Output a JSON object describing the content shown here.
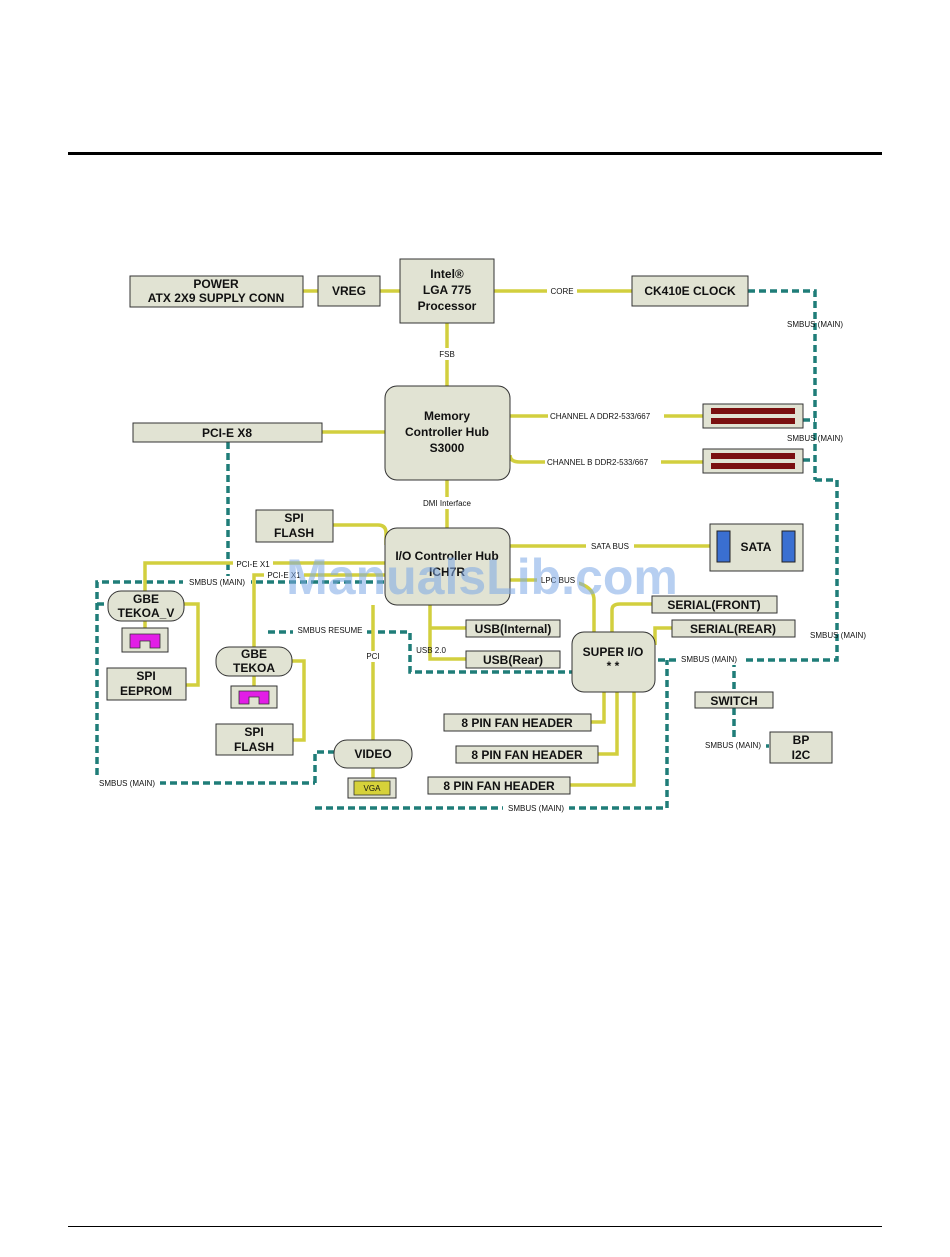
{
  "blocks": {
    "power": [
      "POWER",
      "ATX 2X9 SUPPLY CONN"
    ],
    "vreg": [
      "VREG"
    ],
    "cpu": [
      "Intel®",
      "LGA 775",
      "Processor"
    ],
    "clock": [
      "CK410E CLOCK"
    ],
    "mch": [
      "Memory",
      "Controller Hub",
      "S3000"
    ],
    "pcie_x8": [
      "PCI-E X8"
    ],
    "spi_flash_top": [
      "SPI",
      "FLASH"
    ],
    "ich": [
      "I/O Controller Hub",
      "ICH7R"
    ],
    "sata": [
      "SATA"
    ],
    "gbe_tekoa_v": [
      "GBE",
      "TEKOA_V"
    ],
    "spi_eeprom": [
      "SPI",
      "EEPROM"
    ],
    "gbe_tekoa": [
      "GBE",
      "TEKOA"
    ],
    "spi_flash_bottom": [
      "SPI",
      "FLASH"
    ],
    "usb_internal": [
      "USB(Internal)"
    ],
    "usb_rear": [
      "USB(Rear)"
    ],
    "super_io": [
      "SUPER I/O",
      "* *"
    ],
    "serial_front": [
      "SERIAL(FRONT)"
    ],
    "serial_rear": [
      "SERIAL(REAR)"
    ],
    "switch": [
      "SWITCH"
    ],
    "bp_i2c": [
      "BP",
      "I2C"
    ],
    "fan1": [
      "8 PIN FAN HEADER"
    ],
    "fan2": [
      "8 PIN FAN HEADER"
    ],
    "fan3": [
      "8 PIN FAN HEADER"
    ],
    "video": [
      "VIDEO"
    ],
    "vga": [
      "VGA"
    ]
  },
  "labels": {
    "core": "CORE",
    "fsb": "FSB",
    "smbus_main_1": "SMBUS (MAIN)",
    "channel_a": "CHANNEL A DDR2-533/667",
    "channel_b": "CHANNEL B DDR2-533/667",
    "smbus_main_2": "SMBUS (MAIN)",
    "dmi": "DMI Interface",
    "sata_bus": "SATA BUS",
    "lpc_bus": "LPC BUS",
    "pcie_x1_a": "PCI-E X1",
    "pcie_x1_b": "PCI-E X1",
    "smbus_main_3": "SMBUS (MAIN)",
    "smbus_resume": "SMBUS RESUME",
    "pci": "PCI",
    "usb20": "USB 2.0",
    "smbus_main_4": "SMBUS (MAIN)",
    "smbus_main_5": "SMBUS (MAIN)",
    "smbus_main_6": "SMBUS (MAIN)",
    "smbus_main_7": "SMBUS (MAIN)",
    "smbus_main_8": "SMBUS (MAIN)"
  },
  "watermark": "ManualsLib.com",
  "colors": {
    "bus": "#d2cf3e",
    "smbus": "#1f7d78",
    "box_fill": "#e1e3d3",
    "dimm": "#7a1010",
    "sata_port": "#3a6fd1",
    "gbe_chip": "#e21ee6",
    "vga_fill": "#d6d13a"
  }
}
